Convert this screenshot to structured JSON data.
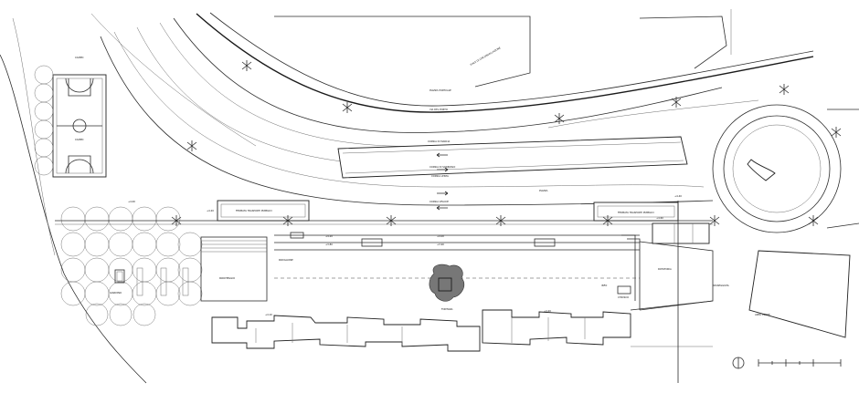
{
  "labels": {
    "road_top": "VIALE DI CIRCONVALLAZIONE",
    "road_diag": "VIA DEL PORTO",
    "road_mid": "PIAZZA PORTUALE",
    "lane_1": "CORSIA DI MARCIA",
    "lane_2": "CORSIA LENTA",
    "lane_3": "CORSIA DI SORPASSO",
    "lane_4": "CORSIA VELOCE",
    "court": "CAMPO",
    "court_2": "CAMPO",
    "left_green": "GIARDINO",
    "bus_stop_left": "FERMATA TRASPORTI PUBBLICI",
    "bus_stop_right": "FERMATA TRASPORTI PUBBLICI",
    "parking": "PARCHEGGIO",
    "pavilion": "PADIGLIONE",
    "fountain": "FONTANA",
    "kiosk": "CHIOSCO",
    "info": "INFO",
    "square": "PIAZZA",
    "roundabout": "ROTATORIA",
    "edge_right": "AREA VERDE",
    "walk": "PASSEGGIATA",
    "h1": "+4.20",
    "h2": "+4.00",
    "h3": "+4.20",
    "h4": "+3.80",
    "h5": "+4.00",
    "h6": "+3.90",
    "h7": "+4.10",
    "h8": "+4.20",
    "h9": "+4.40",
    "h10": "+4.60"
  }
}
